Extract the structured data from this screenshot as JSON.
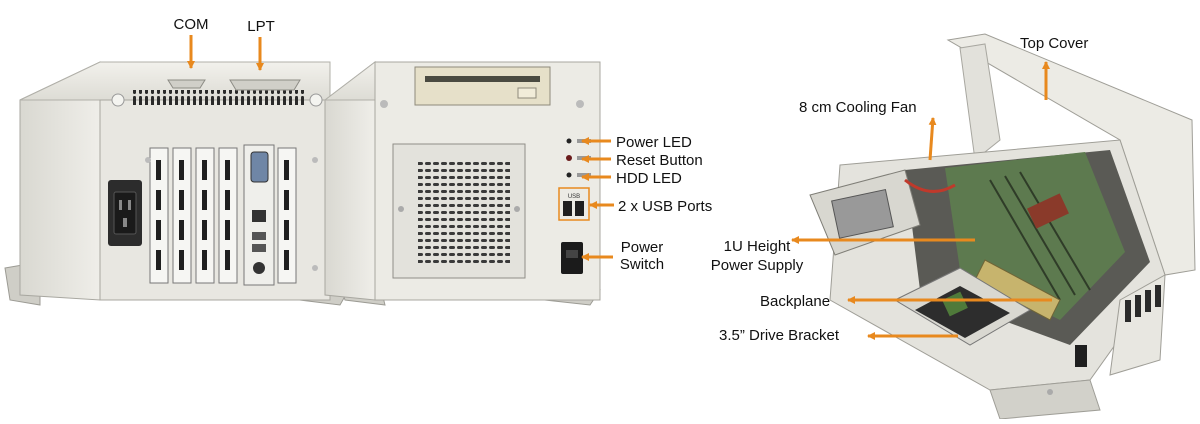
{
  "colors": {
    "accent": "#e8891e",
    "chassis": "#e9e8e2",
    "chassis_dark": "#c9c8c0",
    "label": "#111111"
  },
  "rear_view": {
    "labels": {
      "com": "COM",
      "lpt": "LPT"
    }
  },
  "front_view": {
    "labels": {
      "power_led": "Power LED",
      "reset_button": "Reset Button",
      "hdd_led": "HDD LED",
      "usb_ports": "2 x USB Ports",
      "power_switch_line1": "Power",
      "power_switch_line2": "Switch"
    },
    "panel_text": {
      "usb": "USB"
    }
  },
  "internal_view": {
    "labels": {
      "top_cover": "Top Cover",
      "cooling_fan": "8 cm Cooling Fan",
      "power_supply_line1": "1U Height",
      "power_supply_line2": "Power Supply",
      "backplane": "Backplane",
      "drive_bracket": "3.5” Drive Bracket"
    }
  }
}
